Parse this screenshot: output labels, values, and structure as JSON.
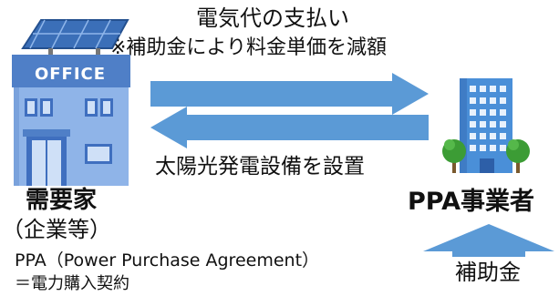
{
  "arrow_top": {
    "line1": "電気代の支払い",
    "line2": "※補助金により料金単価を減額"
  },
  "arrow_bottom": {
    "label": "太陽光発電設備を設置"
  },
  "left_party": {
    "building_sign": "OFFICE",
    "name": "需要家",
    "sub": "（企業等）"
  },
  "right_party": {
    "name": "PPA事業者"
  },
  "subsidy_arrow": {
    "label": "補助金"
  },
  "footnote": {
    "line1": "PPA（Power Purchase Agreement）",
    "line2": "＝電力購入契約"
  },
  "colors": {
    "arrow": "#5b9ad6",
    "building_face": "#8fb4e8",
    "building_dark": "#4f7fc7",
    "panel": "#3b6fb8",
    "tower": "#4a8fd8",
    "tree": "#3c9c35"
  }
}
